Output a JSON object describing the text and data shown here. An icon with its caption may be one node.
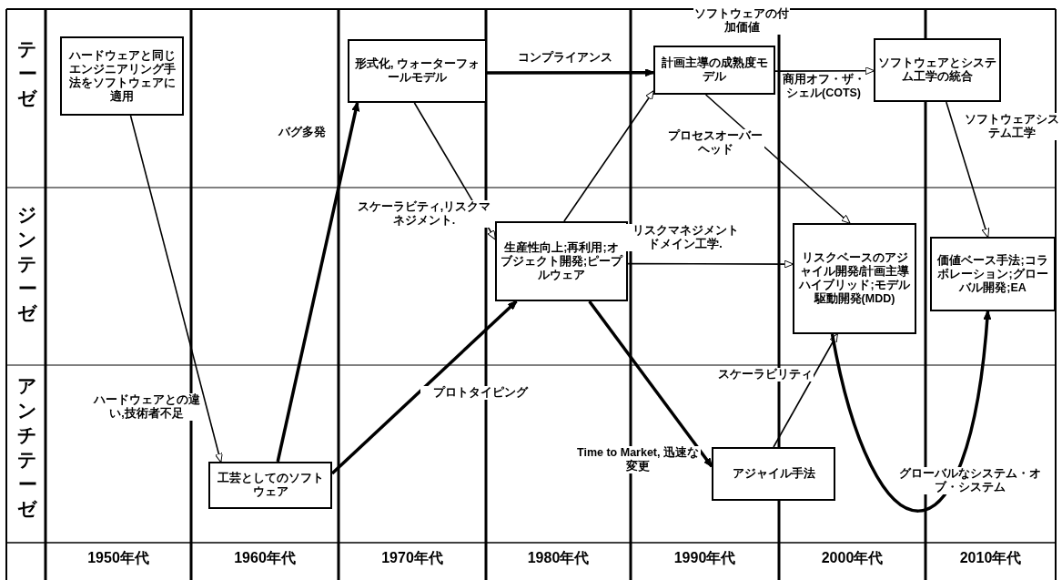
{
  "diagram": {
    "nodes": [
      {
        "text": [
          "ハードウェアと同じエンジニアリング手法をソフトウェアに適用"
        ]
      },
      {
        "text": [
          "形式化, ウォーターフォールモデル"
        ]
      },
      {
        "text": [
          "計画主導の成熟度モデル"
        ]
      },
      {
        "text": [
          "ソフトウェアとシステム工学の統合"
        ]
      },
      {
        "text": [
          "生産性向上;再利用;オブジェクト開発;ピープルウェア"
        ]
      },
      {
        "text": [
          "リスクベースのアジャイル開発/計画主導ハイブリッド;モデル駆動開発(MDD)"
        ]
      },
      {
        "text": [
          "価値ベース手法;コラボレーション;グローバル開発;EA"
        ]
      },
      {
        "text": [
          "工芸としてのソフトウェア"
        ]
      },
      {
        "text": [
          "アジャイル手法"
        ]
      }
    ],
    "edges": [
      {
        "from": 0,
        "to": 7,
        "arrow": "to",
        "label": "ハードウェアとの違い,技術者不足"
      },
      {
        "from": 7,
        "to": 1,
        "arrow": "to",
        "label": "バグ多発",
        "style": "thick"
      },
      {
        "from": 7,
        "to": 4,
        "arrow": "to",
        "label": "プロトタイピング",
        "style": "thick"
      },
      {
        "from": 1,
        "to": 2,
        "arrow": "to",
        "label": "コンプライアンス",
        "style": "thick"
      },
      {
        "from": 1,
        "to": 4,
        "arrow": "to",
        "label": "スケーラビティ,リスクマネジメント."
      },
      {
        "from": 4,
        "to": 2,
        "arrow": "to"
      },
      {
        "from": 2,
        "to": 5,
        "arrow": "to",
        "label": "プロセスオーバーヘッド"
      },
      {
        "from": 2,
        "to": 3,
        "arrow": "to",
        "label": "ソフトウェアの付加価値"
      },
      {
        "from": 4,
        "to": 5,
        "arrow": "to",
        "label": "リスクマネジメントドメイン工学."
      },
      {
        "from": 4,
        "to": 8,
        "arrow": "to",
        "label": "Time to Market, 迅速な変更",
        "style": "thick"
      },
      {
        "from": 8,
        "to": 5,
        "arrow": "to",
        "label": "スケーラビリティ"
      },
      {
        "from": 3,
        "to": 6,
        "arrow": "to",
        "label": "ソフトウェアシステム工学"
      },
      {
        "from": 5,
        "to": 6,
        "arrow": "to",
        "label": "グローバルなシステム・オブ・システム",
        "style": "thick"
      }
    ],
    "labels": [
      "テーゼ",
      "ジンテーゼ",
      "アンチテーゼ",
      "商用オフ・ザ・シェル(COTS)",
      "1950年代",
      "1960年代",
      "1970年代",
      "1980年代",
      "1990年代",
      "2000年代",
      "2010年代"
    ]
  }
}
